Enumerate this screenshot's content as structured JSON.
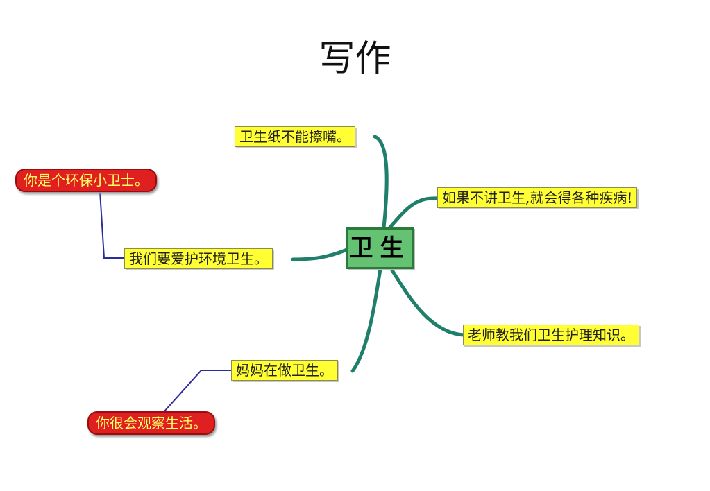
{
  "slide": {
    "title": "写作"
  },
  "mindmap": {
    "center": "卫生",
    "branches": [
      {
        "key": "b1",
        "label": "卫生纸不能擦嘴。"
      },
      {
        "key": "b2",
        "label": "如果不讲卫生,就会得各种疾病!"
      },
      {
        "key": "b3",
        "label": "我们要爱护环境卫生。"
      },
      {
        "key": "b4",
        "label": "老师教我们卫生护理知识。"
      },
      {
        "key": "b5",
        "label": "妈妈在做卫生。"
      }
    ],
    "comments": [
      {
        "key": "c1",
        "attached_to": "b3",
        "label": "你是个环保小卫士。"
      },
      {
        "key": "c2",
        "attached_to": "b5",
        "label": "你很会观察生活。"
      }
    ]
  },
  "colors": {
    "center_fill": "#66c273",
    "branch_fill": "#ffff33",
    "comment_fill": "#e02020",
    "comment_text": "#ffff66",
    "trunk_line": "#1f7f6a",
    "comment_line": "#2b2b9a"
  }
}
